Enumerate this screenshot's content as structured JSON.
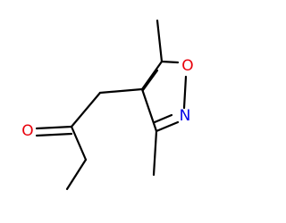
{
  "molecule": {
    "atoms": {
      "oxygen_ring": {
        "symbol": "O",
        "color": "#e8000b"
      },
      "nitrogen_ring": {
        "symbol": "N",
        "color": "#0000e6"
      },
      "oxygen_carbonyl": {
        "symbol": "O",
        "color": "#e8000b"
      }
    },
    "colors": {
      "bond": "#000000",
      "background": "#ffffff"
    }
  }
}
